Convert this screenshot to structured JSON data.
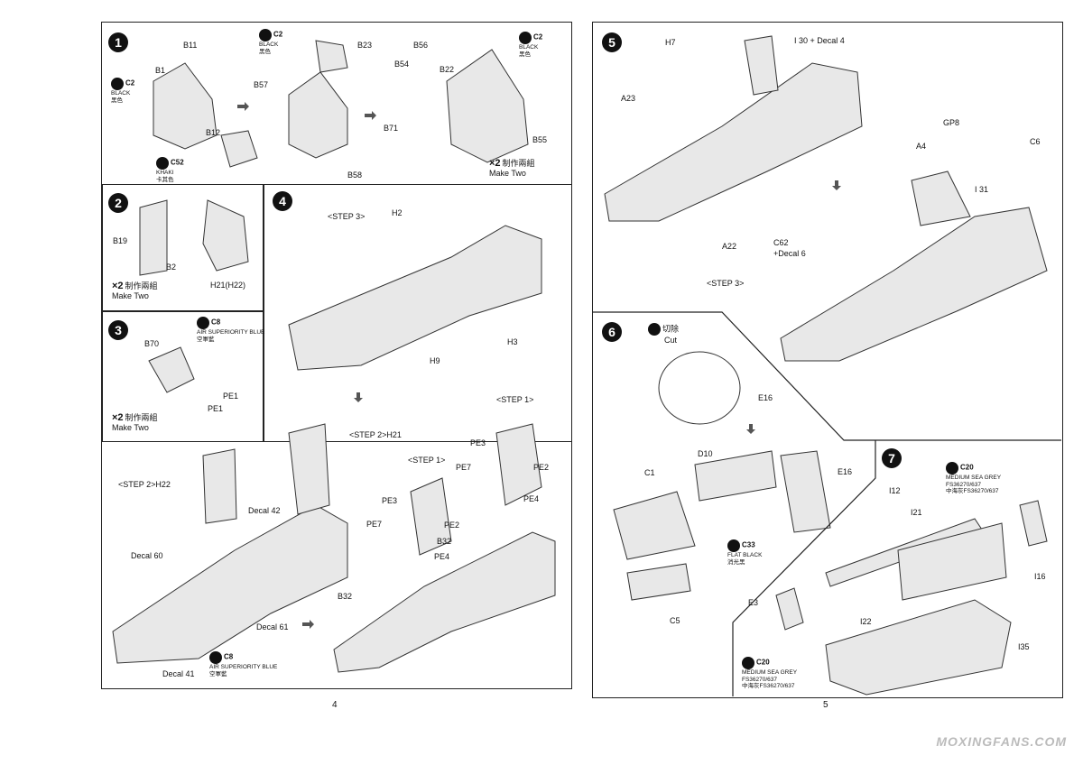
{
  "pages": [
    {
      "number": "4"
    },
    {
      "number": "5"
    }
  ],
  "steps": [
    {
      "n": "1"
    },
    {
      "n": "2"
    },
    {
      "n": "3"
    },
    {
      "n": "4"
    },
    {
      "n": "5"
    },
    {
      "n": "6"
    },
    {
      "n": "7"
    }
  ],
  "make_two": {
    "x": "×2",
    "zh": "制作兩組",
    "en": "Make Two"
  },
  "paints": {
    "black": {
      "code": "C2",
      "en": "BLACK",
      "zh": "黑色"
    },
    "khaki": {
      "code": "C52",
      "en": "KHAKI",
      "zh": "卡其色"
    },
    "asblue": {
      "code": "C8",
      "en": "AIR SUPERIORITY BLUE",
      "zh": "空軍藍"
    },
    "flatblack": {
      "code": "C33",
      "en": "FLAT BLACK",
      "zh": "消光黑"
    },
    "msgrey": {
      "code": "C20",
      "en": "MEDIUM SEA GREY",
      "sub": "FS36270/637",
      "zh": "中海灰FS36270/637"
    }
  },
  "cut": {
    "zh": "切除",
    "en": "Cut"
  },
  "labels": {
    "s1": [
      "B11",
      "B1",
      "B23",
      "B56",
      "B54",
      "B22",
      "B57",
      "B12",
      "B71",
      "B55",
      "B58"
    ],
    "s2": [
      "B19",
      "B2",
      "H21(H22)"
    ],
    "s3": [
      "B70",
      "PE1",
      "PE1"
    ],
    "s4": [
      "<STEP 3>",
      "H2",
      "H3",
      "H9"
    ],
    "s4b": [
      "<STEP 2>H21",
      "<STEP 2>H22",
      "<STEP 1>",
      "<STEP 1>",
      "Decal 42",
      "Decal 60",
      "Decal 61",
      "Decal 41",
      "PE3",
      "PE7",
      "PE2",
      "PE4",
      "B32",
      "B32",
      "PE3",
      "PE7",
      "PE2",
      "PE4"
    ],
    "s5": [
      "H7",
      "I 30 + Decal 4",
      "A23",
      "GP8",
      "A4",
      "C6",
      "I 31",
      "A22",
      "C62",
      "+Decal 6",
      "<STEP 3>"
    ],
    "s6": [
      "E16",
      "D10",
      "E16",
      "C1",
      "C5"
    ],
    "s7": [
      "I12",
      "I21",
      "I16",
      "E3",
      "I22",
      "I35"
    ]
  },
  "watermark": "MOXINGFANS.COM"
}
